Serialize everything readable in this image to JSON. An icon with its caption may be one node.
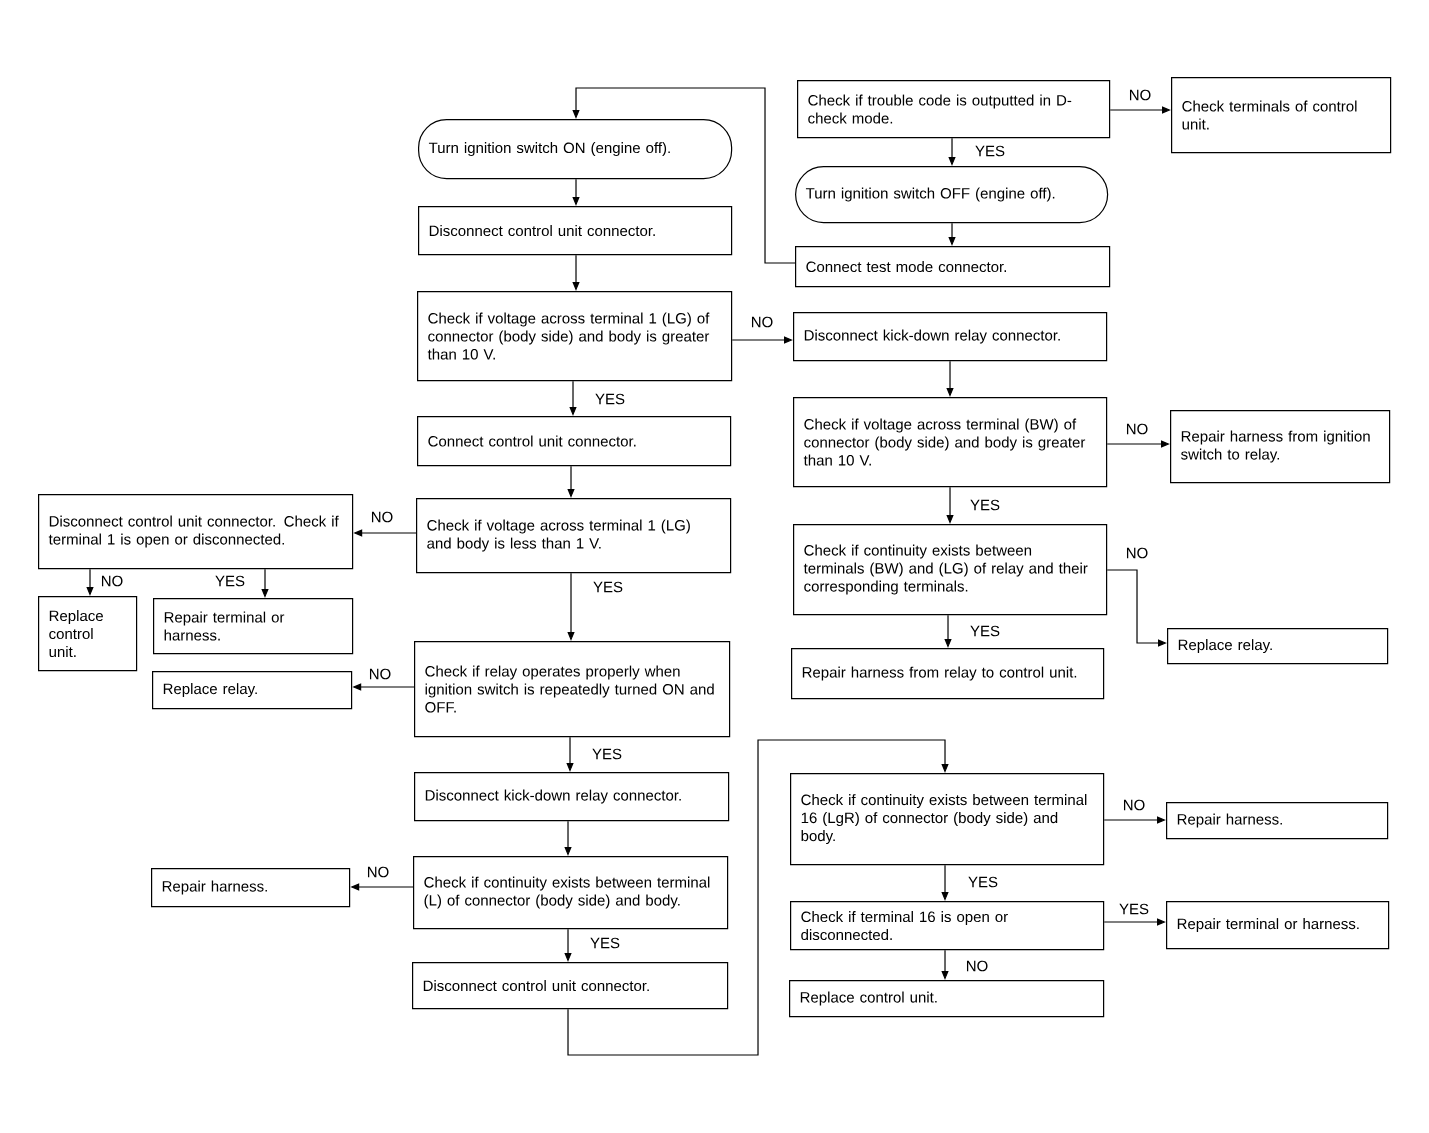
{
  "diagram": {
    "nodes": [
      {
        "text": [
          "Check if trouble code is outputted in D-check mode."
        ]
      },
      {
        "text": [
          "Check terminals of control unit."
        ]
      },
      {
        "text": [
          "Turn ignition switch OFF (engine off)."
        ]
      },
      {
        "text": [
          "Connect test mode connector."
        ]
      },
      {
        "text": [
          "Turn ignition switch ON (engine off)."
        ]
      },
      {
        "text": [
          "Disconnect control unit connector."
        ]
      },
      {
        "text": [
          "Check if voltage across terminal 1 (LG) of connector (body side) and body is greater than 10 V."
        ]
      },
      {
        "text": [
          "Disconnect kick-down relay connector."
        ]
      },
      {
        "text": [
          "Connect control unit connector."
        ]
      },
      {
        "text": [
          "Check if voltage across terminal (BW) of connector (body side) and body is greater than 10 V."
        ]
      },
      {
        "text": [
          "Repair harness from ignition switch to relay."
        ]
      },
      {
        "text": [
          "Disconnect control unit connector. Check if terminal 1 is open or disconnected."
        ]
      },
      {
        "text": [
          "Check if voltage across terminal 1 (LG) and body is less than 1 V."
        ]
      },
      {
        "text": [
          "Check if continuity exists between terminals (BW) and (LG) of relay and their corresponding terminals."
        ]
      },
      {
        "text": [
          "Replace control unit."
        ]
      },
      {
        "text": [
          "Repair terminal or harness."
        ]
      },
      {
        "text": [
          "Repair harness from relay to control unit."
        ]
      },
      {
        "text": [
          "Replace relay."
        ]
      },
      {
        "text": [
          "Replace relay."
        ]
      },
      {
        "text": [
          "Check if relay operates properly when ignition switch is repeatedly turned ON and OFF."
        ]
      },
      {
        "text": [
          "Disconnect kick-down relay connector."
        ]
      },
      {
        "text": [
          "Check if continuity exists between terminal 16 (LgR) of connector (body side) and body."
        ]
      },
      {
        "text": [
          "Repair harness."
        ]
      },
      {
        "text": [
          "Repair harness."
        ]
      },
      {
        "text": [
          "Check if continuity exists between terminal (L) of connector (body side) and body."
        ]
      },
      {
        "text": [
          "Check if terminal 16 is open or disconnected."
        ]
      },
      {
        "text": [
          "Repair terminal or harness."
        ]
      },
      {
        "text": [
          "Disconnect control unit connector."
        ]
      },
      {
        "text": [
          "Replace control unit."
        ]
      }
    ],
    "edges": [
      {
        "from": 0,
        "to": 1,
        "arrow": "to",
        "label": "NO"
      },
      {
        "from": 0,
        "to": 2,
        "arrow": "to",
        "label": "YES"
      },
      {
        "from": 2,
        "to": 3,
        "arrow": "to"
      },
      {
        "from": 3,
        "to": 4,
        "arrow": "to"
      },
      {
        "from": 4,
        "to": 5,
        "arrow": "to"
      },
      {
        "from": 5,
        "to": 6,
        "arrow": "to"
      },
      {
        "from": 6,
        "to": 7,
        "arrow": "to",
        "label": "NO"
      },
      {
        "from": 6,
        "to": 8,
        "arrow": "to",
        "label": "YES"
      },
      {
        "from": 7,
        "to": 9,
        "arrow": "to"
      },
      {
        "from": 9,
        "to": 10,
        "arrow": "to",
        "label": "NO"
      },
      {
        "from": 9,
        "to": 13,
        "arrow": "to",
        "label": "YES"
      },
      {
        "from": 13,
        "to": 17,
        "arrow": "to",
        "label": "NO"
      },
      {
        "from": 13,
        "to": 16,
        "arrow": "to",
        "label": "YES"
      },
      {
        "from": 8,
        "to": 12,
        "arrow": "to"
      },
      {
        "from": 12,
        "to": 11,
        "arrow": "to",
        "label": "NO"
      },
      {
        "from": 11,
        "to": 14,
        "arrow": "to",
        "label": "NO"
      },
      {
        "from": 11,
        "to": 15,
        "arrow": "to",
        "label": "YES"
      },
      {
        "from": 12,
        "to": 19,
        "arrow": "to",
        "label": "YES"
      },
      {
        "from": 19,
        "to": 18,
        "arrow": "to",
        "label": "NO"
      },
      {
        "from": 19,
        "to": 20,
        "arrow": "to",
        "label": "YES"
      },
      {
        "from": 20,
        "to": 24,
        "arrow": "to"
      },
      {
        "from": 24,
        "to": 23,
        "arrow": "to",
        "label": "NO"
      },
      {
        "from": 24,
        "to": 27,
        "arrow": "to",
        "label": "YES"
      },
      {
        "from": 27,
        "to": 21,
        "arrow": "to"
      },
      {
        "from": 21,
        "to": 22,
        "arrow": "to",
        "label": "NO"
      },
      {
        "from": 21,
        "to": 25,
        "arrow": "to",
        "label": "YES"
      },
      {
        "from": 25,
        "to": 26,
        "arrow": "to",
        "label": "YES"
      },
      {
        "from": 25,
        "to": 28,
        "arrow": "to",
        "label": "NO"
      }
    ]
  }
}
